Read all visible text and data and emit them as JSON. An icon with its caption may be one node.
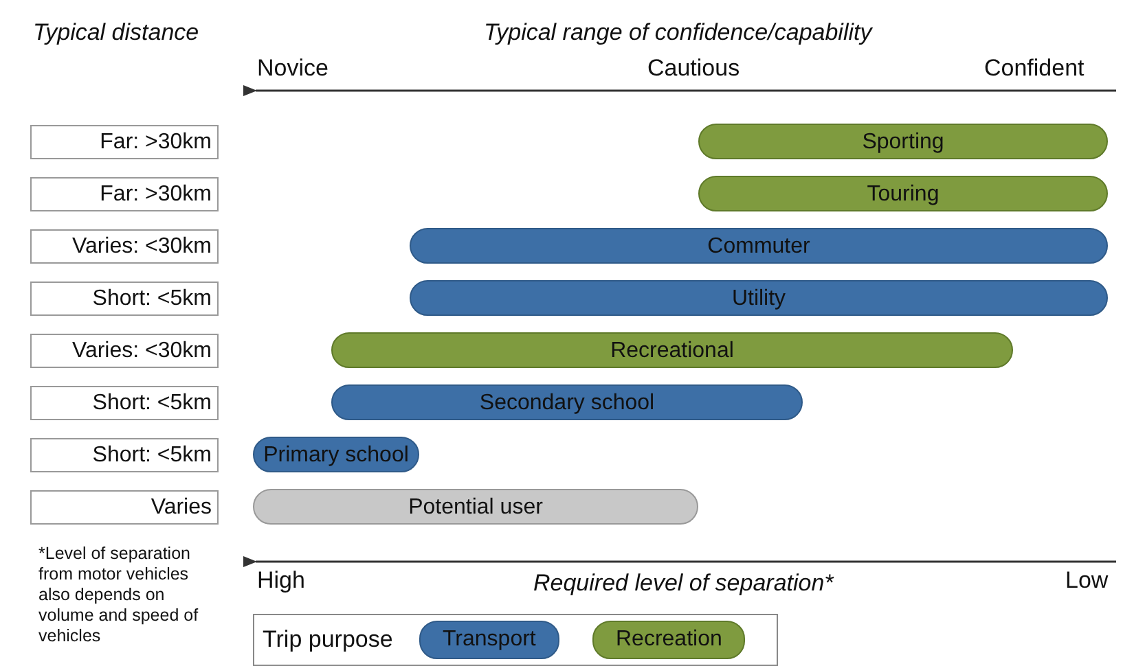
{
  "diagram": {
    "nodes": [
      {
        "text": [
          "Far: >30km"
        ]
      },
      {
        "text": [
          "Sporting"
        ]
      },
      {
        "text": [
          "Far: >30km"
        ]
      },
      {
        "text": [
          "Touring"
        ]
      },
      {
        "text": [
          "Varies: <30km"
        ]
      },
      {
        "text": [
          "Commuter"
        ]
      },
      {
        "text": [
          "Short: <5km"
        ]
      },
      {
        "text": [
          "Utility"
        ]
      },
      {
        "text": [
          "Varies: <30km"
        ]
      },
      {
        "text": [
          "Recreational"
        ]
      },
      {
        "text": [
          "Short: <5km"
        ]
      },
      {
        "text": [
          "Secondary school"
        ]
      },
      {
        "text": [
          "Short: <5km"
        ]
      },
      {
        "text": [
          "Primary school"
        ]
      },
      {
        "text": [
          "Varies"
        ]
      },
      {
        "text": [
          "Potential user"
        ]
      }
    ],
    "labels": [
      "Typical distance",
      "Typical range of confidence/capability",
      "Novice",
      "Cautious",
      "Confident",
      "*Level of separation from motor vehicles also depends on volume and speed of vehicles",
      "High",
      "Required level of separation*",
      "Low",
      "Trip purpose"
    ],
    "legend": [
      {
        "text": "Transport",
        "color": "#3d6fa6"
      },
      {
        "text": "Recreation",
        "color": "#7f9b3f"
      }
    ]
  }
}
